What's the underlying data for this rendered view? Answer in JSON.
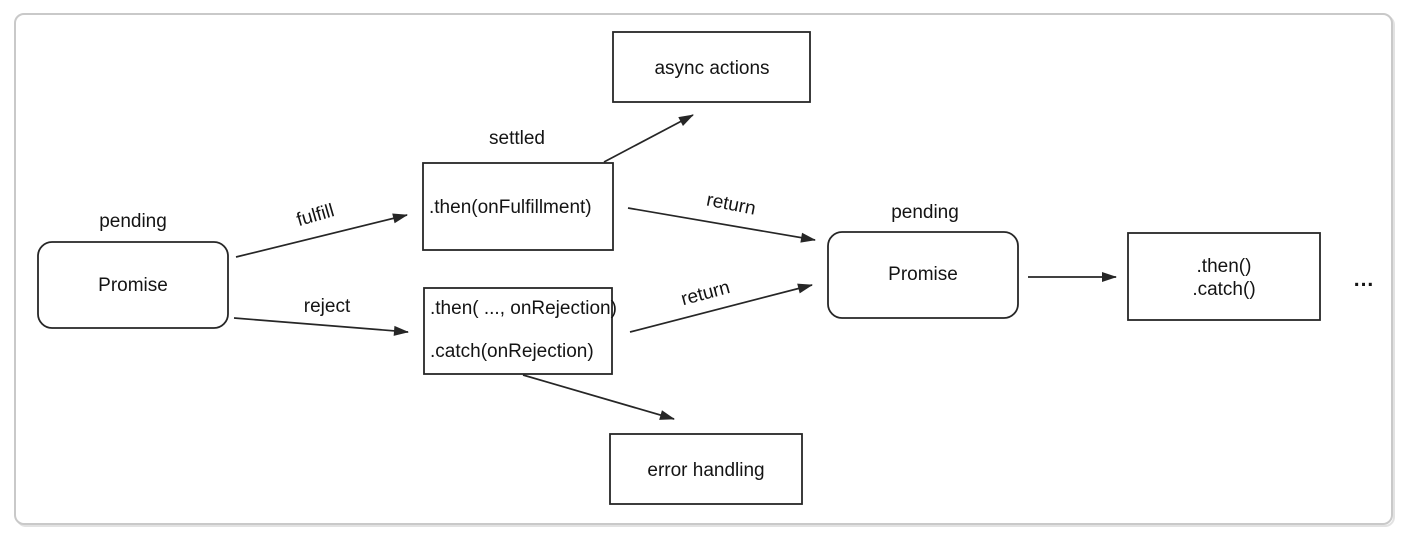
{
  "diagram": {
    "promise1": {
      "state": "pending",
      "label": "Promise"
    },
    "edges": {
      "fulfill": "fulfill",
      "reject": "reject",
      "return_top": "return",
      "return_bottom": "return"
    },
    "then_fulfillment": {
      "state": "settled",
      "label": ".then(onFulfillment)"
    },
    "async_actions": {
      "label": "async actions"
    },
    "rejection_handlers": {
      "line1": ".then( ..., onRejection)",
      "line2": ".catch(onRejection)"
    },
    "promise2": {
      "state": "pending",
      "label": "Promise"
    },
    "then_catch": {
      "line1": ".then()",
      "line2": ".catch()"
    },
    "error_handling": {
      "label": "error handling"
    },
    "continuation": "..."
  },
  "colors": {
    "node_stroke": "#262626",
    "text": "#141414",
    "frame_border": "#c9c9c9",
    "background": "#ffffff"
  }
}
